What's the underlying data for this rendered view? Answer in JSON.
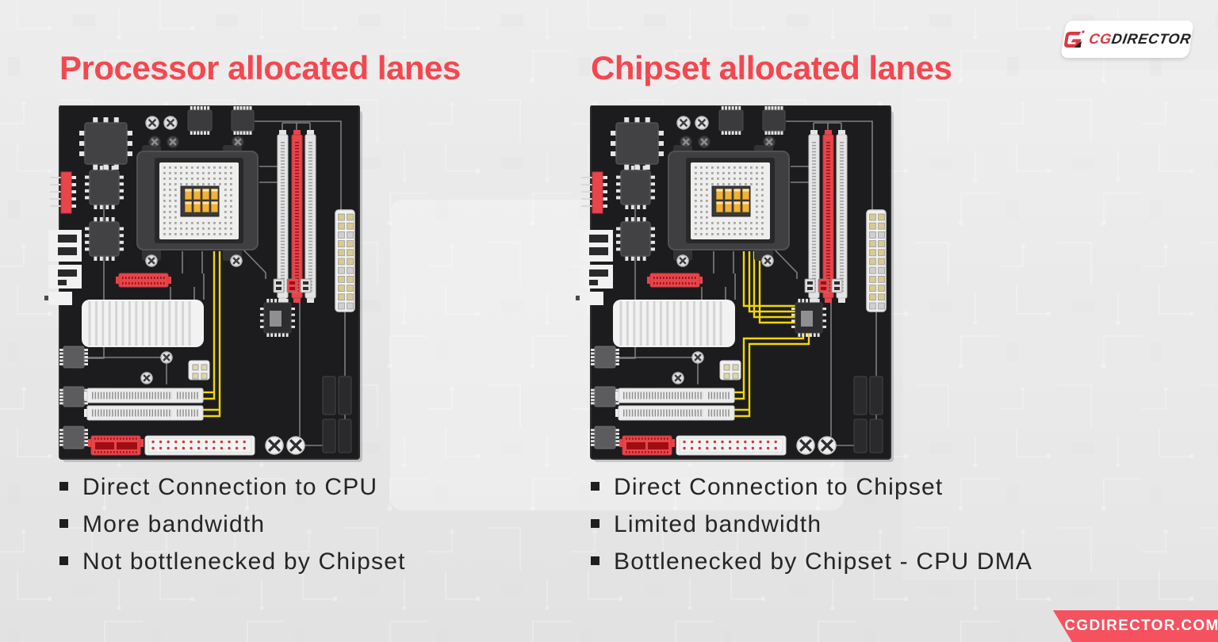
{
  "header": {
    "logo": {
      "prefix": "CG",
      "suffix": "DIRECTOR"
    }
  },
  "panels": [
    {
      "heading": "Processor allocated lanes",
      "bullets": [
        "Direct Connection to CPU",
        "More bandwidth",
        "Not bottlenecked by Chipset"
      ]
    },
    {
      "heading": "Chipset allocated lanes",
      "bullets": [
        "Direct Connection to Chipset",
        "Limited bandwidth",
        "Bottlenecked by Chipset - CPU DMA"
      ]
    }
  ],
  "footer": {
    "website": "CGDIRECTOR.COM"
  },
  "icons": {
    "logo_mark": "g-monogram-icon",
    "bullet": "square-bullet-icon"
  },
  "colors": {
    "heading_red": "#f4474f",
    "ribbon_red": "#f5515f",
    "logo_red": "#d93a40",
    "board_black": "#1c1c1e",
    "component_red": "#e8454b",
    "lane_yellow": "#f2d800",
    "gold_pad": "#f2b03c",
    "body_text": "#252527",
    "background": "#e9e9e9"
  }
}
